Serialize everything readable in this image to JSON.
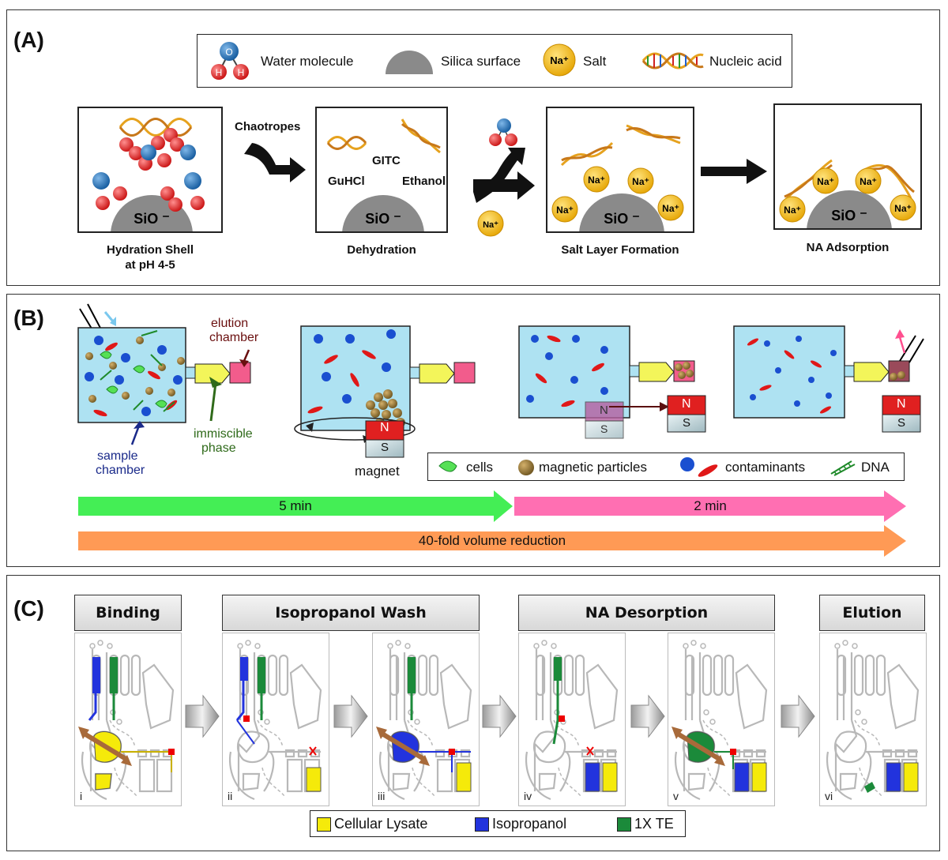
{
  "panelA": {
    "label": "(A)",
    "legend": {
      "water": "Water molecule",
      "silica": "Silica surface",
      "salt": "Salt",
      "nucleic": "Nucleic acid",
      "o_atom": "O",
      "h_atom": "H",
      "na_ion": "Na⁺"
    },
    "surface_label": "SiO ⁻",
    "chaotropes": "Chaotropes",
    "gitc": "GITC",
    "guhcl": "GuHCl",
    "ethanol": "Ethanol",
    "captions": {
      "s1_line1": "Hydration Shell",
      "s1_line2": "at pH 4-5",
      "s2": "Dehydration",
      "s3": "Salt Layer Formation",
      "s4": "NA Adsorption"
    }
  },
  "panelB": {
    "label": "(B)",
    "elution": "elution",
    "chamber": "chamber",
    "immiscible": "immiscible",
    "phase": "phase",
    "sample": "sample",
    "sample_chamber": "chamber",
    "magnet": "magnet",
    "n_pole": "N",
    "s_pole": "S",
    "legend": {
      "cells": "cells",
      "particles": "magnetic particles",
      "contaminants": "contaminants",
      "dna": "DNA"
    },
    "bar_time1": "5 min",
    "bar_time2": "2 min",
    "bar_volume": "40-fold volume reduction"
  },
  "panelC": {
    "label": "(C)",
    "headers": [
      "Binding",
      "Isopropanol Wash",
      "NA Desorption",
      "Elution"
    ],
    "steps": [
      "i",
      "ii",
      "iii",
      "iv",
      "v",
      "vi"
    ],
    "legend": {
      "lysate": "Cellular Lysate",
      "isopropanol": "Isopropanol",
      "te": "1X TE"
    }
  },
  "colors": {
    "water_o": "#1f6fb5",
    "water_h": "#e03030",
    "silica": "#8a8a8a",
    "salt": "#f3b817",
    "chamber_fluid": "#aee2f2",
    "immiscible": "#f3f55a",
    "elution": "#f25c8c",
    "magnet_n": "#e02020",
    "bar_green": "#44ee55",
    "bar_pink": "#ff6fb2",
    "bar_orange": "#ff9a55",
    "lysate": "#f5ea0a",
    "isopropanol": "#2233dd",
    "te": "#1b8a3a"
  }
}
